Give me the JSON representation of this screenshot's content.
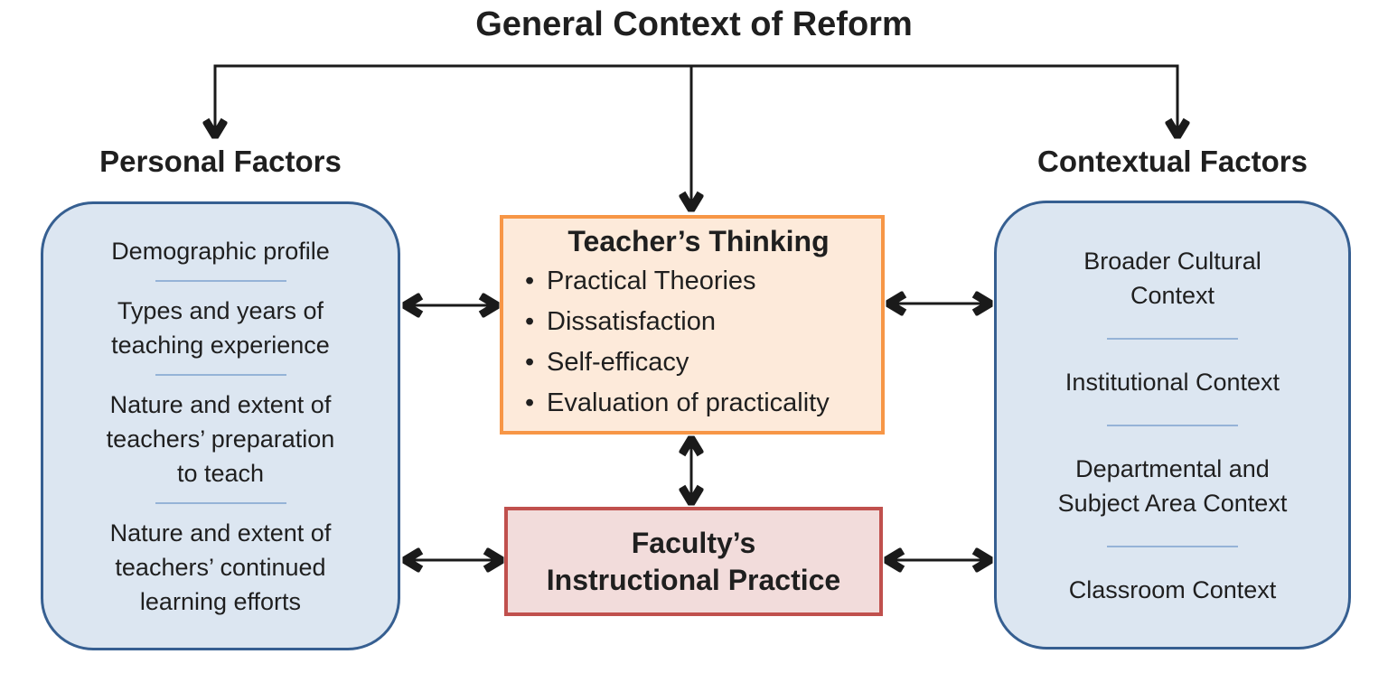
{
  "diagram_title": "General Context of Reform",
  "bullet_char": "•",
  "personal_factors": {
    "heading": "Personal Factors",
    "items": [
      "Demographic profile",
      "Types and years of\nteaching experience",
      "Nature and extent of\nteachers’ preparation\nto teach",
      "Nature and extent of\nteachers’ continued\nlearning efforts"
    ]
  },
  "teachers_thinking": {
    "title": "Teacher’s Thinking",
    "bullets": [
      "Practical Theories",
      "Dissatisfaction",
      "Self-efficacy",
      "Evaluation of practicality"
    ]
  },
  "faculty_practice": {
    "label": "Faculty’s\nInstructional Practice"
  },
  "contextual_factors": {
    "heading": "Contextual Factors",
    "items": [
      "Broader Cultural\nContext",
      "Institutional Context",
      "Departmental and\nSubject Area Context",
      "Classroom Context"
    ]
  },
  "colors": {
    "factor_box_fill": "#dce6f1",
    "factor_box_border": "#365f91",
    "divider": "#95b3d7",
    "thinking_box_fill": "#fdeada",
    "thinking_box_border": "#f79646",
    "practice_box_fill": "#f2dcdb",
    "practice_box_border": "#c0504d",
    "line": "#1a1a1a",
    "text": "#1f1f1f"
  }
}
